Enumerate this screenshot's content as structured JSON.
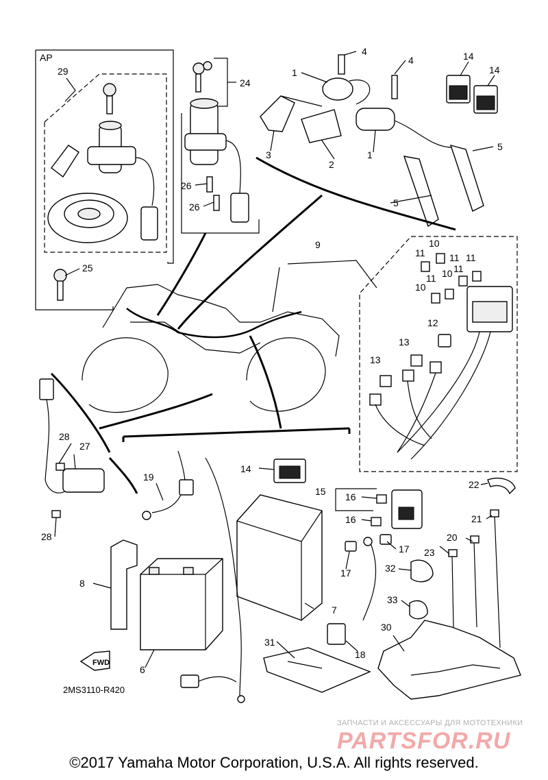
{
  "inset": {
    "label": "AP"
  },
  "parts": [
    {
      "n": "1"
    },
    {
      "n": "1"
    },
    {
      "n": "2"
    },
    {
      "n": "3"
    },
    {
      "n": "4"
    },
    {
      "n": "4"
    },
    {
      "n": "5"
    },
    {
      "n": "5"
    },
    {
      "n": "6"
    },
    {
      "n": "7"
    },
    {
      "n": "8"
    },
    {
      "n": "9"
    },
    {
      "n": "10"
    },
    {
      "n": "10"
    },
    {
      "n": "10"
    },
    {
      "n": "11"
    },
    {
      "n": "11"
    },
    {
      "n": "11"
    },
    {
      "n": "11"
    },
    {
      "n": "11"
    },
    {
      "n": "12"
    },
    {
      "n": "13"
    },
    {
      "n": "13"
    },
    {
      "n": "14"
    },
    {
      "n": "14"
    },
    {
      "n": "14"
    },
    {
      "n": "15"
    },
    {
      "n": "16"
    },
    {
      "n": "16"
    },
    {
      "n": "17"
    },
    {
      "n": "17"
    },
    {
      "n": "18"
    },
    {
      "n": "19"
    },
    {
      "n": "20"
    },
    {
      "n": "21"
    },
    {
      "n": "22"
    },
    {
      "n": "23"
    },
    {
      "n": "24"
    },
    {
      "n": "25"
    },
    {
      "n": "26"
    },
    {
      "n": "26"
    },
    {
      "n": "27"
    },
    {
      "n": "28"
    },
    {
      "n": "28"
    },
    {
      "n": "29"
    },
    {
      "n": "30"
    },
    {
      "n": "31"
    },
    {
      "n": "32"
    },
    {
      "n": "33"
    }
  ],
  "fwd_label": "FWD",
  "diagram_code": "2MS3110-R420",
  "watermark": {
    "tagline": "ЗАПЧАСТИ И АКСЕССУАРЫ ДЛЯ МОТОТЕХНИКИ",
    "brand": "PARTSFOR.RU"
  },
  "copyright": "©2017 Yamaha Motor Corporation, U.S.A. All rights reserved.",
  "colors": {
    "line": "#000000",
    "watermark_brand": "#f2a9a9",
    "watermark_tagline": "#b0b0b0"
  }
}
